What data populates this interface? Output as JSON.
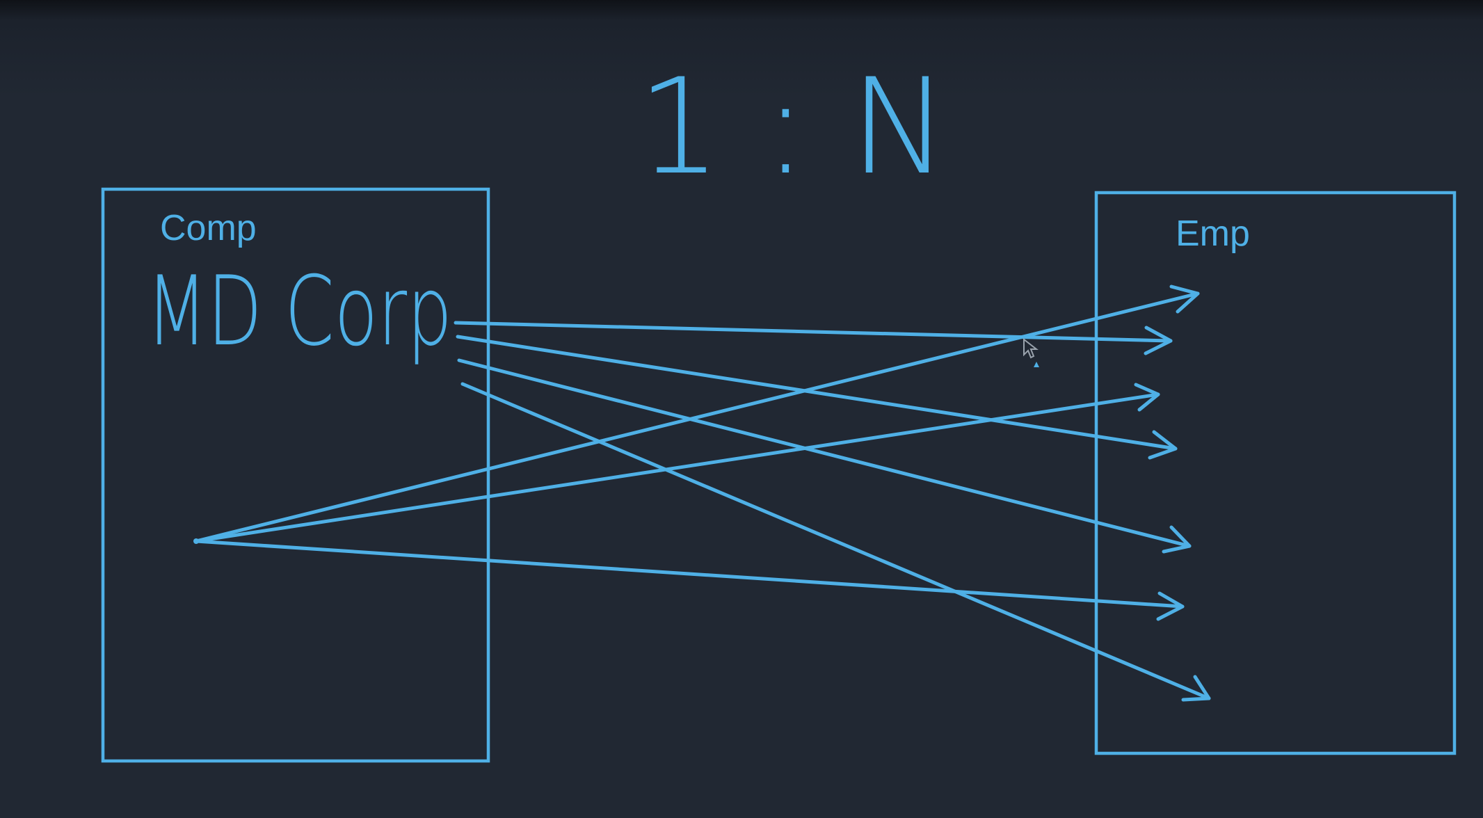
{
  "diagram": {
    "title": "1 : N",
    "left_entity": {
      "label": "Comp",
      "value": "MD Corp"
    },
    "right_entity": {
      "label": "Emp"
    },
    "colors": {
      "ink": "#4fb0e6",
      "background": "#212833"
    },
    "arrows": [
      {
        "from": "md-corp",
        "to": "emp-row-2"
      },
      {
        "from": "md-corp",
        "to": "emp-row-4"
      },
      {
        "from": "md-corp",
        "to": "emp-row-5"
      },
      {
        "from": "md-corp",
        "to": "emp-row-7"
      },
      {
        "from": "comp-point",
        "to": "emp-row-1"
      },
      {
        "from": "comp-point",
        "to": "emp-row-3"
      },
      {
        "from": "comp-point",
        "to": "emp-row-6"
      }
    ]
  }
}
